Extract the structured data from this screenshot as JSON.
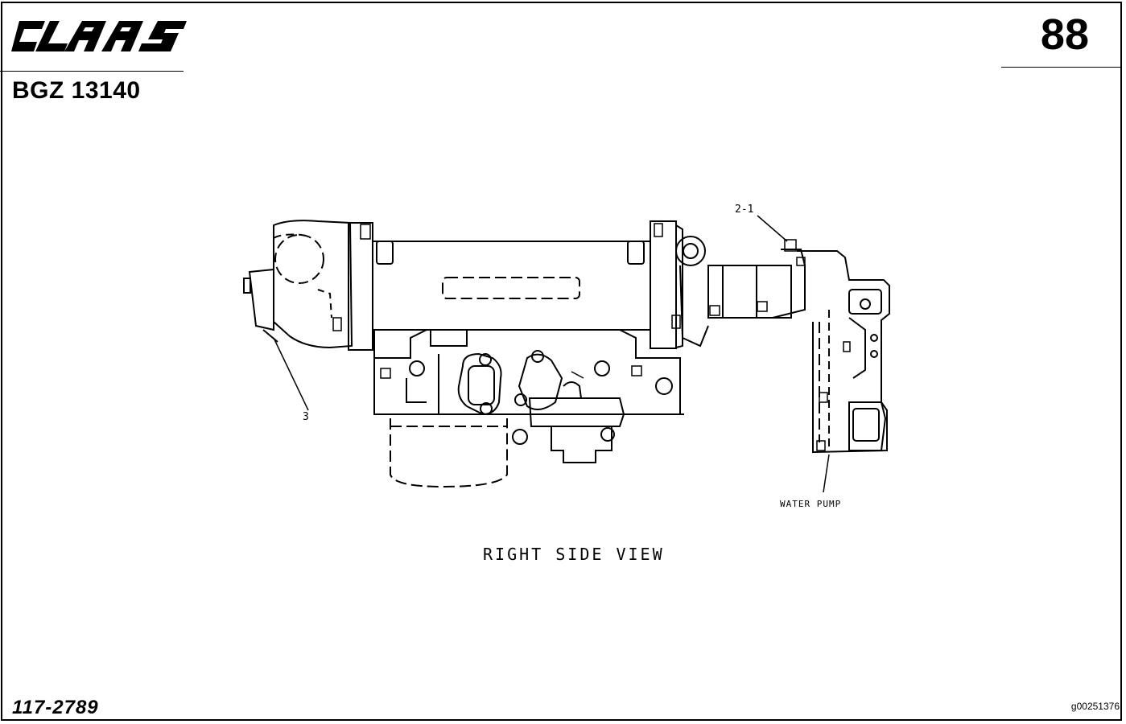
{
  "header": {
    "brand": "CLAAS",
    "page_number": "88",
    "model_code": "BGZ 13140"
  },
  "drawing": {
    "view_title": "RIGHT SIDE VIEW",
    "callouts": {
      "item_2_1": "2-1",
      "item_3": "3",
      "water_pump": "WATER PUMP"
    }
  },
  "footer": {
    "part_number": "117-2789",
    "image_ref": "g00251376"
  }
}
